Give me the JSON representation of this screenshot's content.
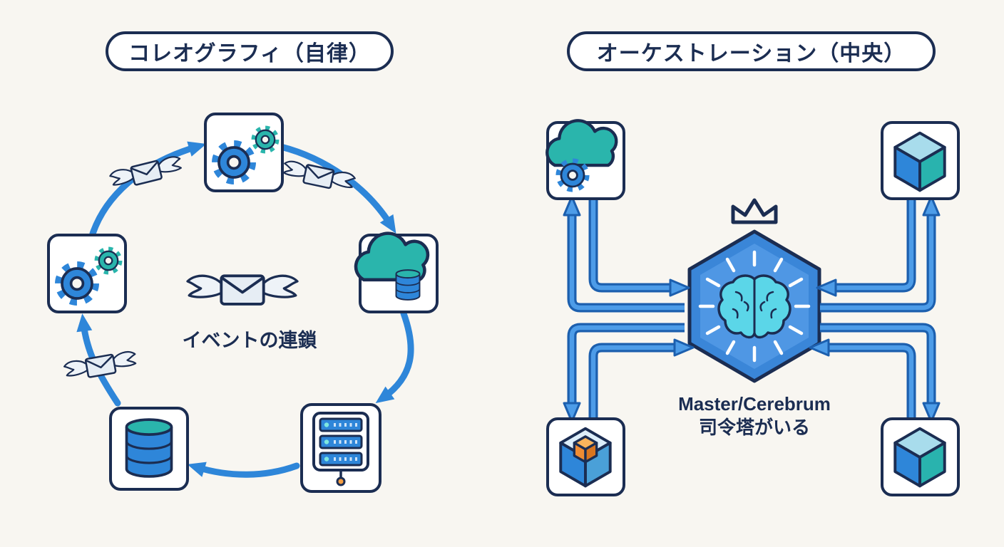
{
  "colors": {
    "background": "#f8f6f1",
    "outline_navy": "#1b2d52",
    "arrow_blue": "#2e86d9",
    "double_arrow_core": "#4d9ce8",
    "double_arrow_edge": "#1c5fae",
    "teal": "#2ab5ac",
    "orange": "#f59e42",
    "hexagon_blue": "#3a86d8",
    "brain_cyan": "#5bd6e8"
  },
  "left_panel": {
    "title": "コレオグラフィ（自律）",
    "center_label": "イベントの連鎖",
    "connector_icon": "winged-envelope-icon",
    "nodes": [
      {
        "icon": "gears-icon",
        "position": "top"
      },
      {
        "icon": "cloud-database-icon",
        "position": "right"
      },
      {
        "icon": "server-icon",
        "position": "bottom-right"
      },
      {
        "icon": "database-icon",
        "position": "bottom-left"
      },
      {
        "icon": "gears-icon",
        "position": "left"
      }
    ]
  },
  "right_panel": {
    "title": "オーケストレーション（中央）",
    "master_label_line1": "Master/Cerebrum",
    "master_label_line2": "司令塔がいる",
    "center_icon": "brain-hexagon-icon",
    "crown_icon": "crown-icon",
    "nodes": [
      {
        "icon": "cloud-gear-icon",
        "position": "top-left"
      },
      {
        "icon": "cube-icon",
        "position": "top-right"
      },
      {
        "icon": "container-cube-icon",
        "position": "bottom-left"
      },
      {
        "icon": "cube-icon",
        "position": "bottom-right"
      }
    ]
  }
}
